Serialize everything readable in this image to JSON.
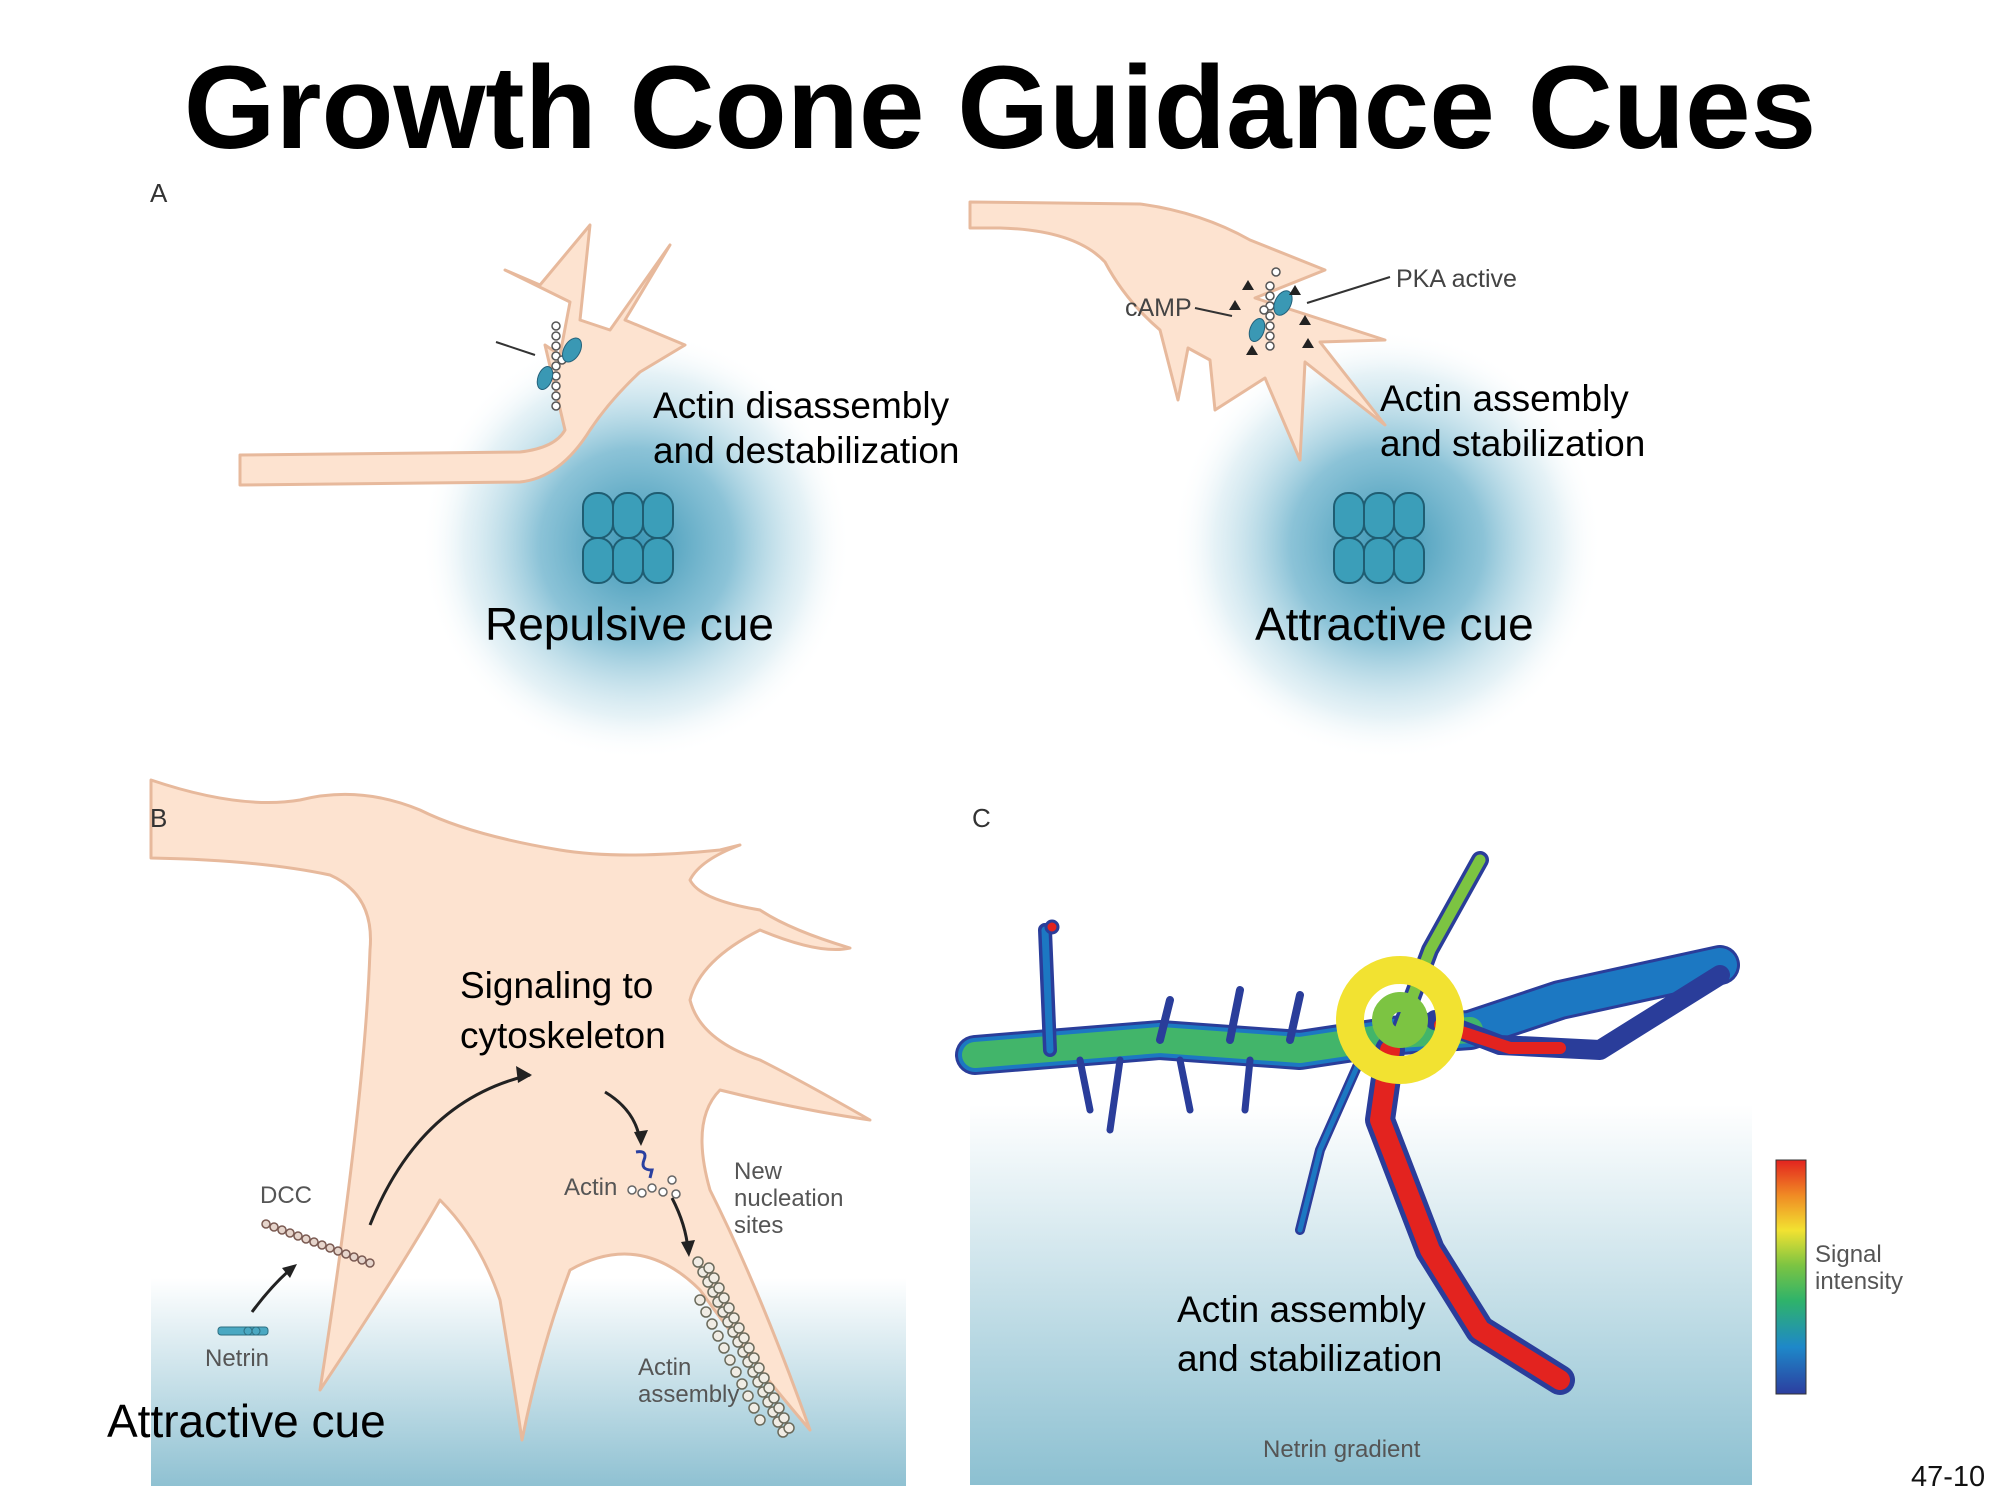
{
  "title": "Growth Cone Guidance Cues",
  "slide_number": "47-10",
  "panel_a": {
    "label": "A",
    "left": {
      "effect_line1": "Actin disassembly",
      "effect_line2": "and destabilization",
      "cue": "Repulsive cue"
    },
    "right": {
      "pka": "PKA active",
      "camp": "cAMP",
      "effect_line1": "Actin assembly",
      "effect_line2": "and stabilization",
      "cue": "Attractive cue"
    }
  },
  "panel_b": {
    "label": "B",
    "signaling_line1": "Signaling to",
    "signaling_line2": "cytoskeleton",
    "dcc": "DCC",
    "netrin": "Netrin",
    "actin": "Actin",
    "new_nucleation": [
      "New",
      "nucleation",
      "sites"
    ],
    "actin_assembly": [
      "Actin",
      "assembly"
    ],
    "cue": "Attractive cue"
  },
  "panel_c": {
    "label": "C",
    "effect_line1": "Actin assembly",
    "effect_line2": "and stabilization",
    "gradient": "Netrin gradient",
    "legend_line1": "Signal",
    "legend_line2": "intensity"
  },
  "colors": {
    "cone_fill": "#fde3d0",
    "cone_stroke": "#e7b99c",
    "cue_blue": "#3b9eb9",
    "gradient_blue": "#8fc3d4"
  }
}
